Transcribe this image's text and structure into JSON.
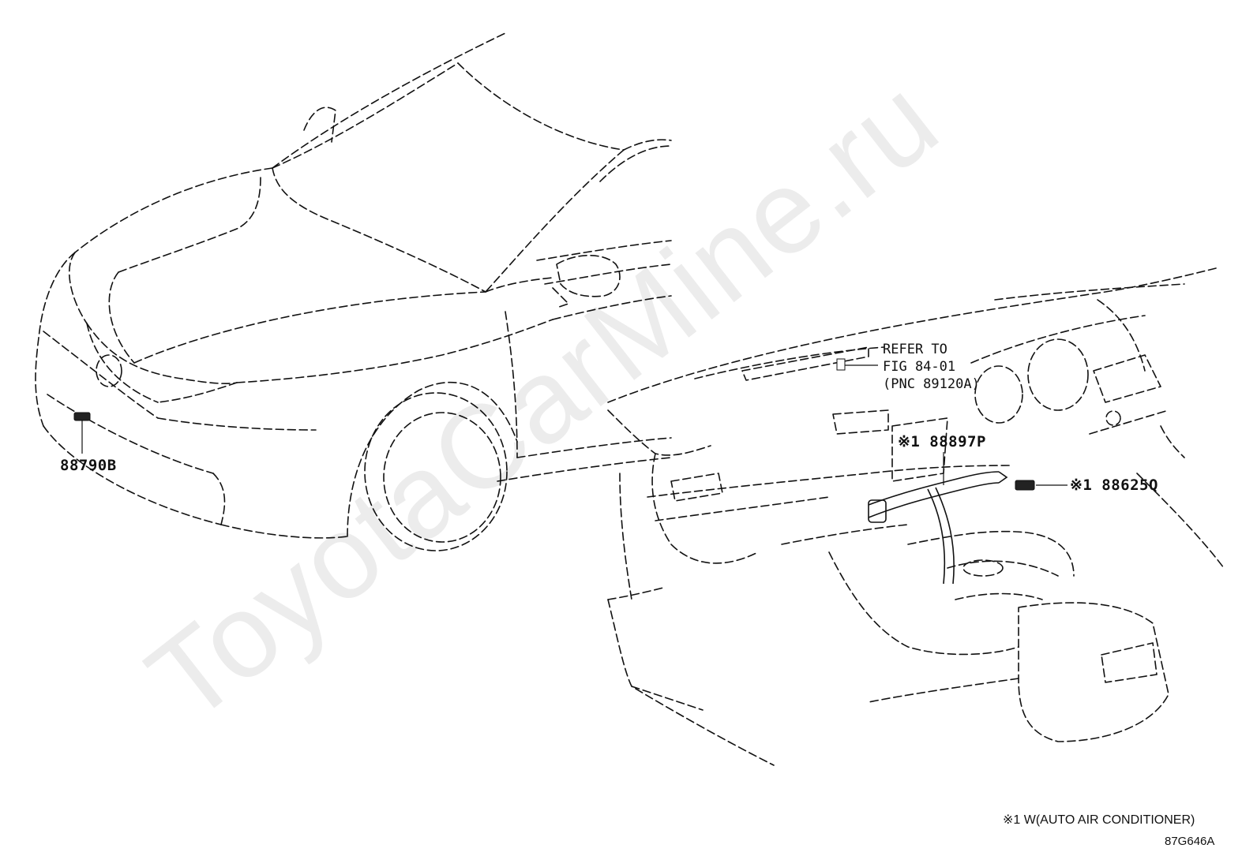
{
  "watermark": "ToyotaCarMine.ru",
  "callouts": {
    "front_sensor": "88790B",
    "hose": "※1 88897P",
    "cabin_sensor": "※1 88625Q",
    "refer_line1": "REFER TO",
    "refer_line2": "FIG 84-01",
    "refer_line3": "(PNC 89120A)"
  },
  "footnote": "※1 W(AUTO AIR CONDITIONER)",
  "figure_id": "87G646A",
  "colors": {
    "line": "#111111",
    "watermark": "#ececec",
    "background": "#ffffff"
  }
}
